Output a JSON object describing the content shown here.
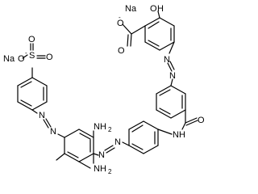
{
  "molecule": {
    "labels": {
      "na_top": "Na",
      "oh_h": "H",
      "o_acid": "O",
      "o_minus": "-",
      "o_carbonyl": "O",
      "na_left": "Na",
      "o_sulf_minus": "O",
      "sulf_minus_sign": "-",
      "s": "S",
      "o_sulf_top": "O",
      "o_sulf_bottom": "O",
      "azo_n1a": "N",
      "azo_n1b": "N",
      "azo_n2a": "N",
      "azo_n2b": "N",
      "azo_n3a": "N",
      "azo_n3b": "N",
      "amide_o": "O",
      "amide_nh": "NH",
      "nh2_top": "NH",
      "nh2_top_sub": "2",
      "nh2_bottom": "NH",
      "nh2_bottom_sub": "2"
    }
  }
}
